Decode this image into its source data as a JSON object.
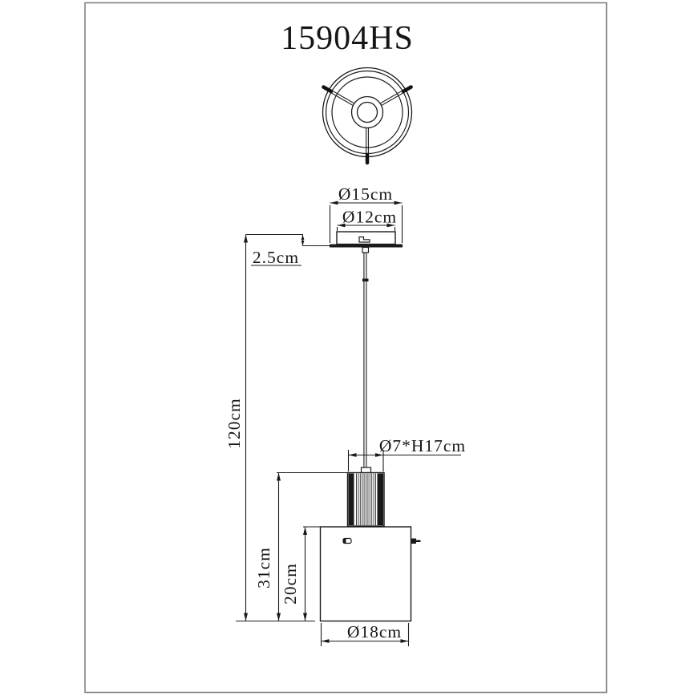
{
  "title": "15904HS",
  "drawing": {
    "dim_canopy_plate": "Ø15cm",
    "dim_canopy_body": "Ø12cm",
    "dim_canopy_height": "2.5cm",
    "dim_total_height": "120cm",
    "dim_tube": "Ø7*H17cm",
    "dim_lower_height": "31cm",
    "dim_shade_height": "20cm",
    "dim_shade_diameter": "Ø18cm"
  },
  "colors": {
    "ink": "#1a1a1a",
    "frame": "#828282",
    "paper": "#ffffff"
  }
}
